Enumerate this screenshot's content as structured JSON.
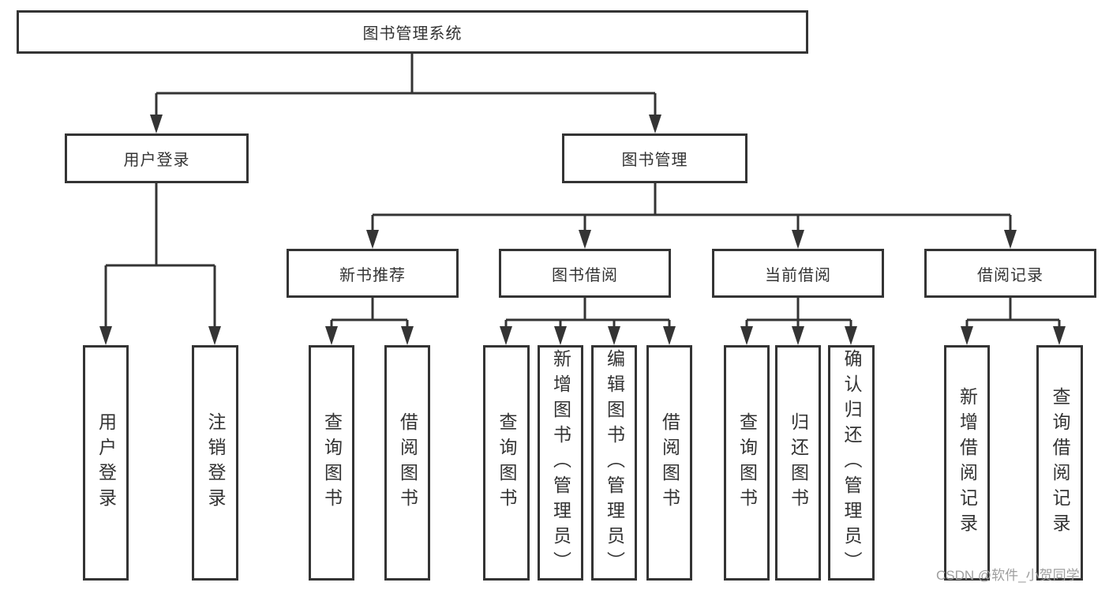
{
  "tree": {
    "root": {
      "label": "图书管理系统",
      "children": [
        {
          "label": "用户登录",
          "children": [
            {
              "label": "用户登录"
            },
            {
              "label": "注销登录"
            }
          ]
        },
        {
          "label": "图书管理",
          "children": [
            {
              "label": "新书推荐",
              "children": [
                {
                  "label": "查询图书"
                },
                {
                  "label": "借阅图书"
                }
              ]
            },
            {
              "label": "图书借阅",
              "children": [
                {
                  "label": "查询图书"
                },
                {
                  "label": "新增图书（管理员）"
                },
                {
                  "label": "编辑图书（管理员）"
                },
                {
                  "label": "借阅图书"
                }
              ]
            },
            {
              "label": "当前借阅",
              "children": [
                {
                  "label": "查询图书"
                },
                {
                  "label": "归还图书"
                },
                {
                  "label": "确认归还（管理员）"
                }
              ]
            },
            {
              "label": "借阅记录",
              "children": [
                {
                  "label": "新增借阅记录"
                },
                {
                  "label": "查询借阅记录"
                }
              ]
            }
          ]
        }
      ]
    }
  },
  "watermark": {
    "text": "CSDN @软件_小贺同学"
  },
  "colors": {
    "line": "#343434",
    "text": "#333333",
    "watermark": "#9e9e9e",
    "background": "#ffffff"
  }
}
